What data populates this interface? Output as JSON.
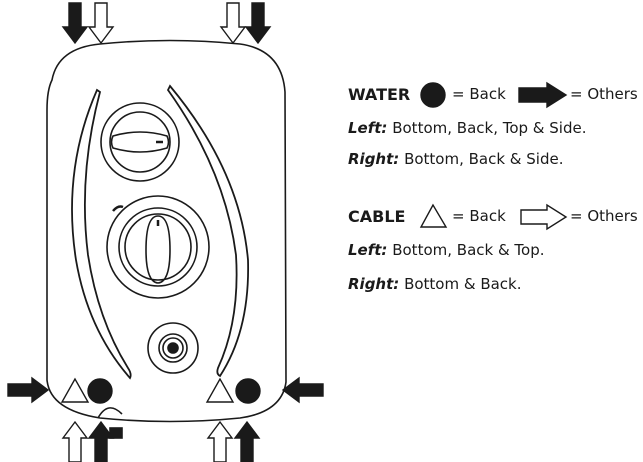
{
  "legend": {
    "water": {
      "title": "WATER",
      "back_symbol_label": "= Back",
      "others_symbol_label": "= Others",
      "left_label": "Left:",
      "left_text": "Bottom, Back, Top & Side.",
      "right_label": "Right:",
      "right_text": "Bottom, Back & Side."
    },
    "cable": {
      "title": "CABLE",
      "back_symbol_label": "= Back",
      "others_symbol_label": "= Others",
      "left_label": "Left:",
      "left_text": "Bottom, Back & Top.",
      "right_label": "Right:",
      "right_text": "Bottom & Back."
    }
  },
  "colors": {
    "ink": "#1a1a1a",
    "paper": "#ffffff"
  }
}
